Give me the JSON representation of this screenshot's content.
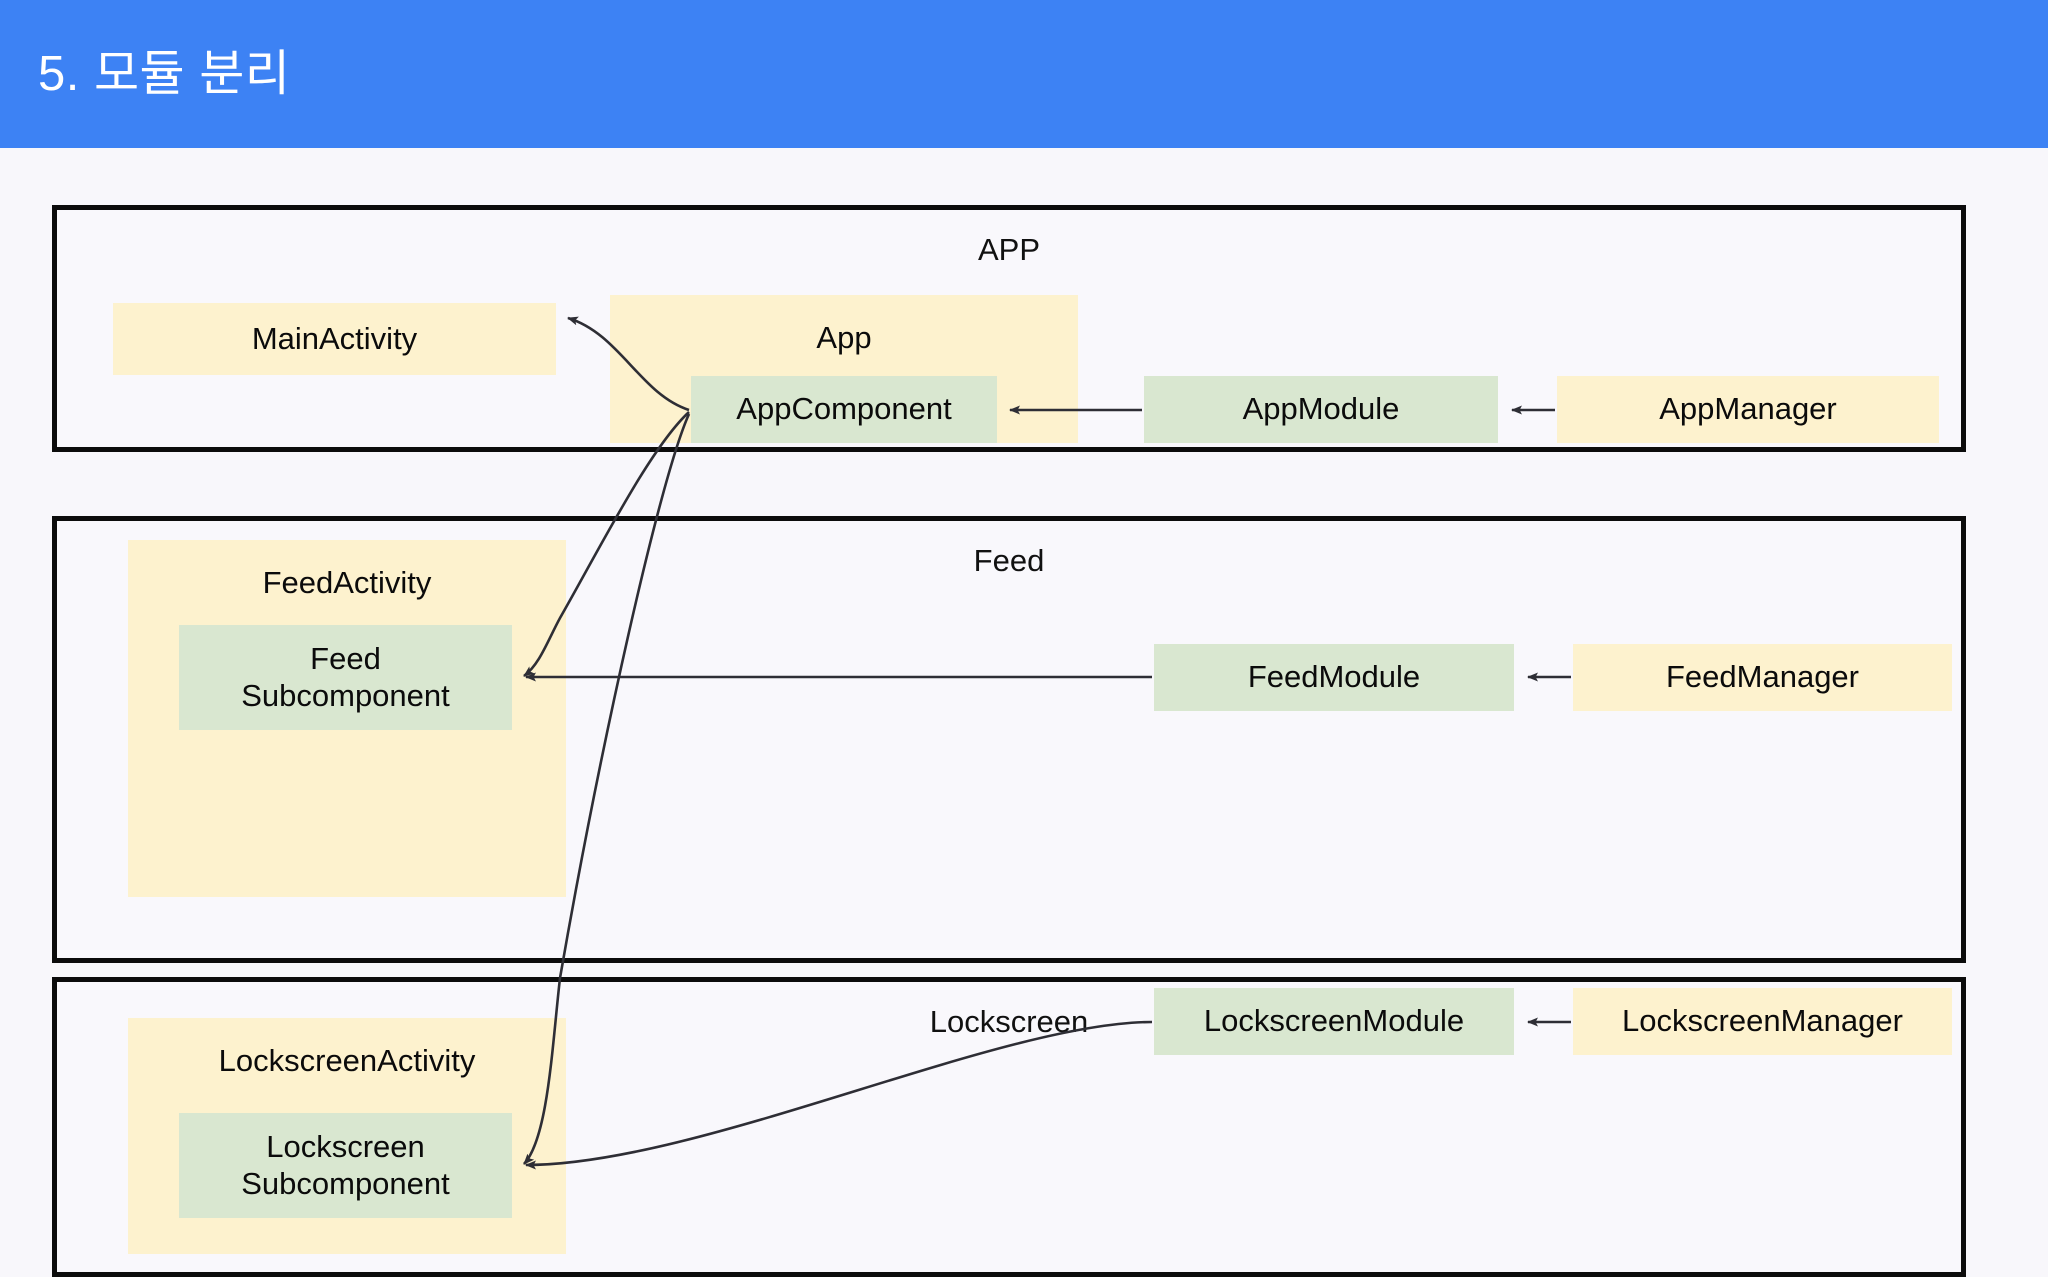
{
  "header": {
    "title": "5. 모듈 분리",
    "background_color": "#3d82f4",
    "text_color": "#ffffff"
  },
  "palette": {
    "canvas": "#f8f7fb",
    "node_yellow": "#fdf2ce",
    "node_green": "#d9e7d0",
    "border": "#0c0c0c",
    "arrow": "#2e2e35",
    "text": "#0b0b0b"
  },
  "diagram": {
    "type": "module-dependency-diagram",
    "groups": [
      {
        "id": "app",
        "title": "APP",
        "nodes": [
          {
            "id": "main-activity",
            "label": "MainActivity",
            "color": "yellow",
            "kind": "leaf"
          },
          {
            "id": "app",
            "label": "App",
            "color": "yellow",
            "kind": "container"
          },
          {
            "id": "app-component",
            "label": "AppComponent",
            "color": "green",
            "kind": "nested"
          },
          {
            "id": "app-module",
            "label": "AppModule",
            "color": "green",
            "kind": "leaf"
          },
          {
            "id": "app-manager",
            "label": "AppManager",
            "color": "yellow",
            "kind": "leaf"
          }
        ]
      },
      {
        "id": "feed",
        "title": "Feed",
        "nodes": [
          {
            "id": "feed-activity",
            "label": "FeedActivity",
            "color": "yellow",
            "kind": "container"
          },
          {
            "id": "feed-subcomponent",
            "label": "Feed\nSubcomponent",
            "color": "green",
            "kind": "nested"
          },
          {
            "id": "feed-module",
            "label": "FeedModule",
            "color": "green",
            "kind": "leaf"
          },
          {
            "id": "feed-manager",
            "label": "FeedManager",
            "color": "yellow",
            "kind": "leaf"
          }
        ]
      },
      {
        "id": "lockscreen",
        "title": "Lockscreen",
        "nodes": [
          {
            "id": "lockscreen-activity",
            "label": "LockscreenActivity",
            "color": "yellow",
            "kind": "container"
          },
          {
            "id": "lockscreen-subcomponent",
            "label": "Lockscreen\nSubcomponent",
            "color": "green",
            "kind": "nested"
          },
          {
            "id": "lockscreen-module",
            "label": "LockscreenModule",
            "color": "green",
            "kind": "leaf"
          },
          {
            "id": "lockscreen-manager",
            "label": "LockscreenManager",
            "color": "yellow",
            "kind": "leaf"
          }
        ]
      }
    ],
    "edges": [
      {
        "from": "app-component",
        "to": "main-activity",
        "style": "curved"
      },
      {
        "from": "app-module",
        "to": "app-component",
        "style": "straight"
      },
      {
        "from": "app-manager",
        "to": "app-module",
        "style": "straight"
      },
      {
        "from": "app-component",
        "to": "feed-subcomponent",
        "style": "curved"
      },
      {
        "from": "feed-module",
        "to": "feed-subcomponent",
        "style": "straight"
      },
      {
        "from": "feed-manager",
        "to": "feed-module",
        "style": "straight"
      },
      {
        "from": "app-component",
        "to": "lockscreen-subcomponent",
        "style": "curved"
      },
      {
        "from": "lockscreen-module",
        "to": "lockscreen-subcomponent",
        "style": "straight"
      },
      {
        "from": "lockscreen-manager",
        "to": "lockscreen-module",
        "style": "straight"
      }
    ]
  }
}
